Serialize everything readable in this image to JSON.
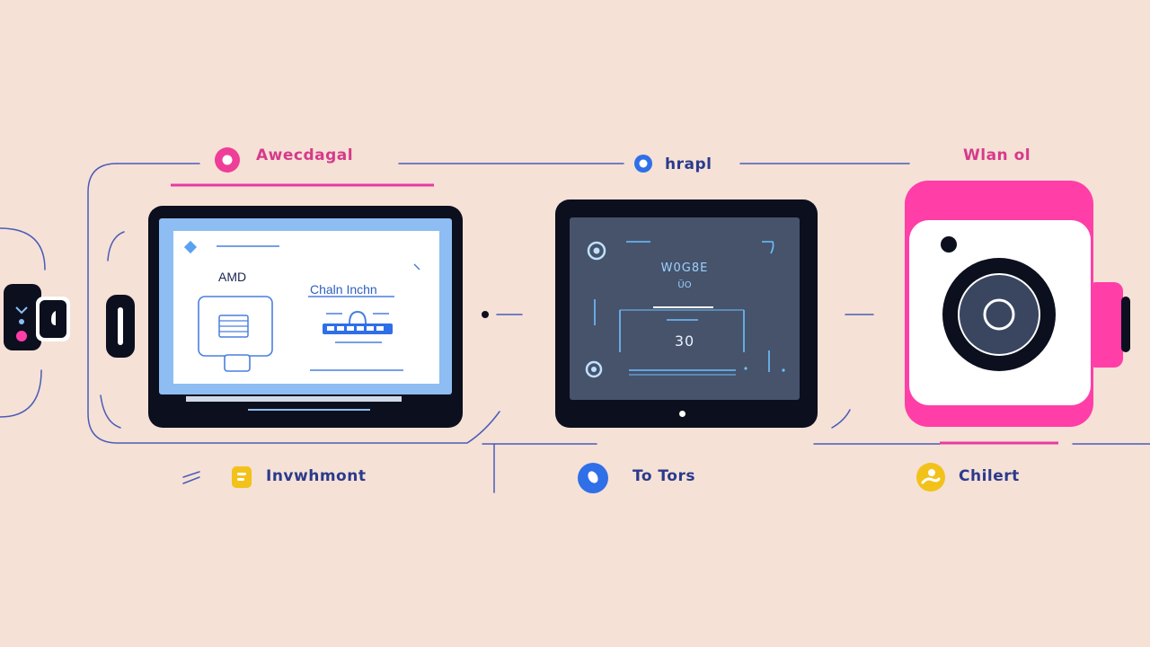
{
  "top_labels": {
    "left": "Awecdagal",
    "middle": "hrapl",
    "right": "Wlan ol"
  },
  "tablet_left": {
    "brand": "AMD",
    "heading": "Chaln Inchn"
  },
  "tablet_middle": {
    "title": "W0G8E",
    "subtitle": "ÜO",
    "value": "30"
  },
  "bottom_labels": {
    "left": "Invwhmont",
    "middle": "To Tors",
    "right": "Chilert"
  },
  "colors": {
    "background": "#f5e1d6",
    "pink": "#ff3ea8",
    "blue": "#2f6fe8",
    "yellow": "#f2c21b",
    "navy": "#3d4f9e",
    "dark": "#0c0f1e"
  }
}
